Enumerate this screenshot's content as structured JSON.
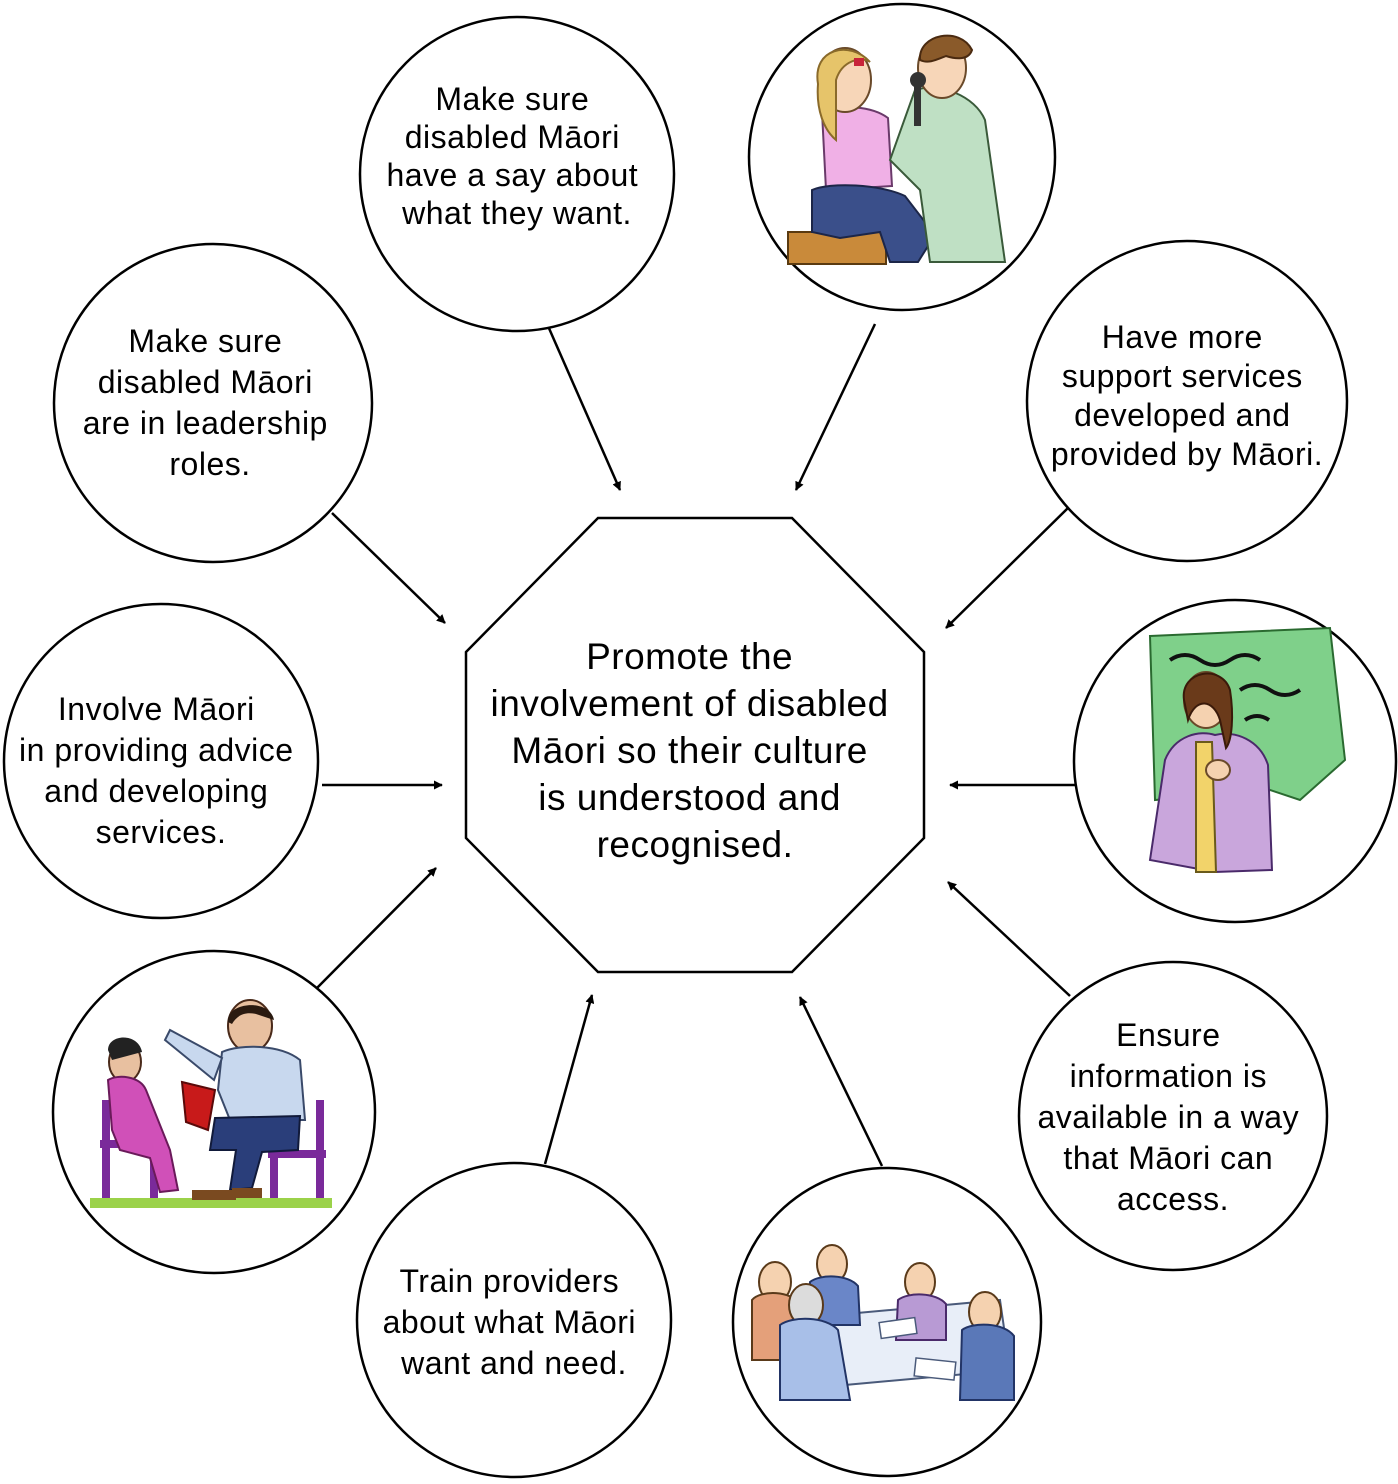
{
  "center": {
    "lines": [
      "Promote the",
      "involvement of disabled",
      "Māori so their culture",
      "is understood and",
      "recognised."
    ]
  },
  "nodes": {
    "say": {
      "lines": [
        "Make sure",
        "disabled Māori",
        "have a say about",
        "what they want."
      ]
    },
    "eye_exam": {
      "image": "doctor-examining-child-illustration"
    },
    "support": {
      "lines": [
        "Have more",
        "support services",
        "developed and",
        "provided by Māori."
      ]
    },
    "teacher": {
      "image": "teacher-signing-at-board-illustration"
    },
    "info": {
      "lines": [
        "Ensure",
        "information is",
        "available in a way",
        "that Māori can",
        "access."
      ]
    },
    "meeting": {
      "image": "group-meeting-at-table-illustration"
    },
    "train": {
      "lines": [
        "Train providers",
        "about what Māori",
        "want and need."
      ]
    },
    "reading": {
      "image": "adult-reading-to-child-illustration"
    },
    "involve": {
      "lines": [
        "Involve Māori",
        "in providing advice",
        "and developing",
        "services."
      ]
    },
    "leadership": {
      "lines": [
        "Make sure",
        "disabled Māori",
        "are in leadership",
        "roles."
      ]
    }
  },
  "colors": {
    "stroke": "#000000",
    "background": "#ffffff"
  }
}
